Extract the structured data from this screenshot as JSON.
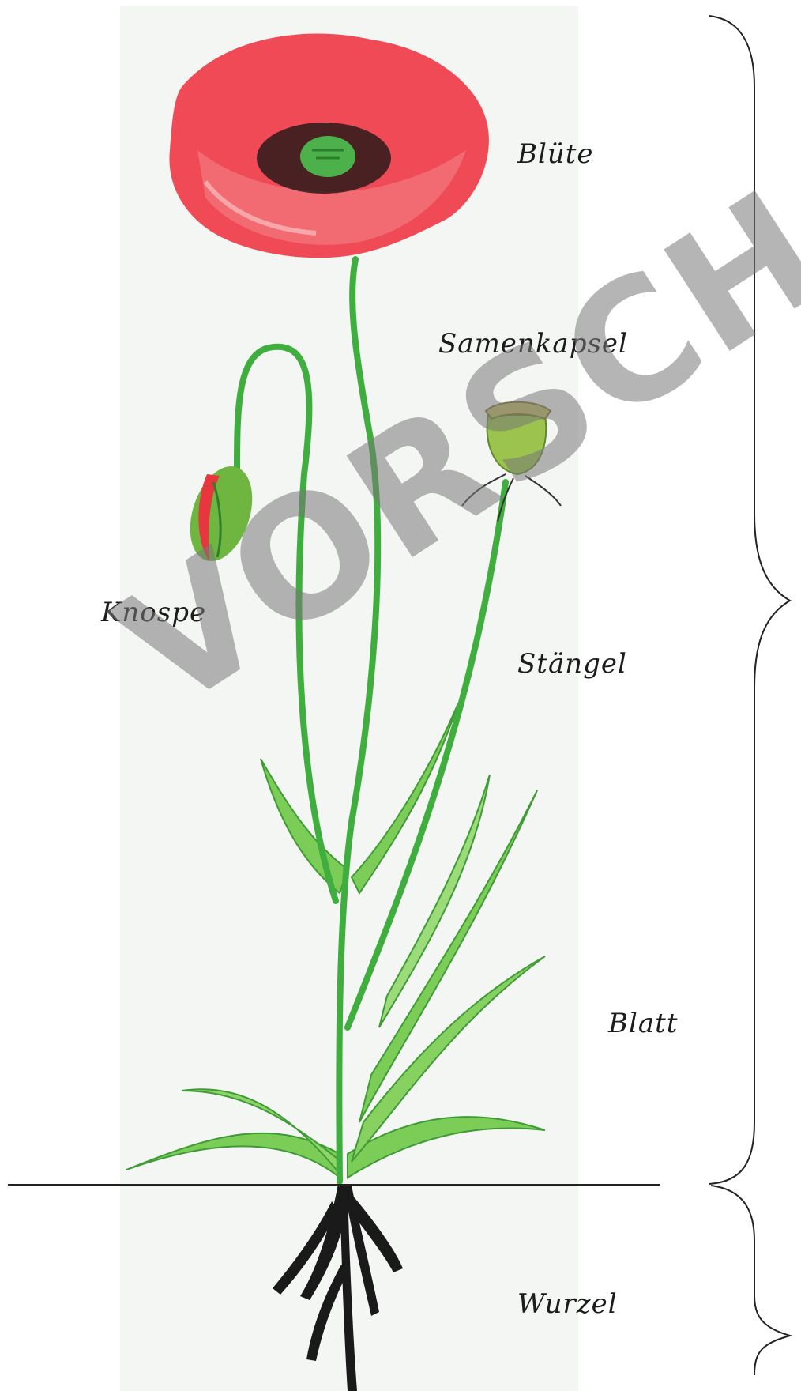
{
  "labels": {
    "bluete": "Blüte",
    "samenkapsel": "Samenkapsel",
    "knospe": "Knospe",
    "staengel": "Stängel",
    "blatt": "Blatt",
    "wurzel": "Wurzel"
  },
  "watermark": "VORSCHAU",
  "colors": {
    "petal": "#ef4a55",
    "petal_light": "#f7a7a9",
    "stem": "#3fae3f",
    "leaf": "#7ccd57",
    "leaf_dark": "#3f9b35",
    "capsule": "#9cc34d",
    "root": "#1a1a1a",
    "center": "#4cb04b"
  }
}
